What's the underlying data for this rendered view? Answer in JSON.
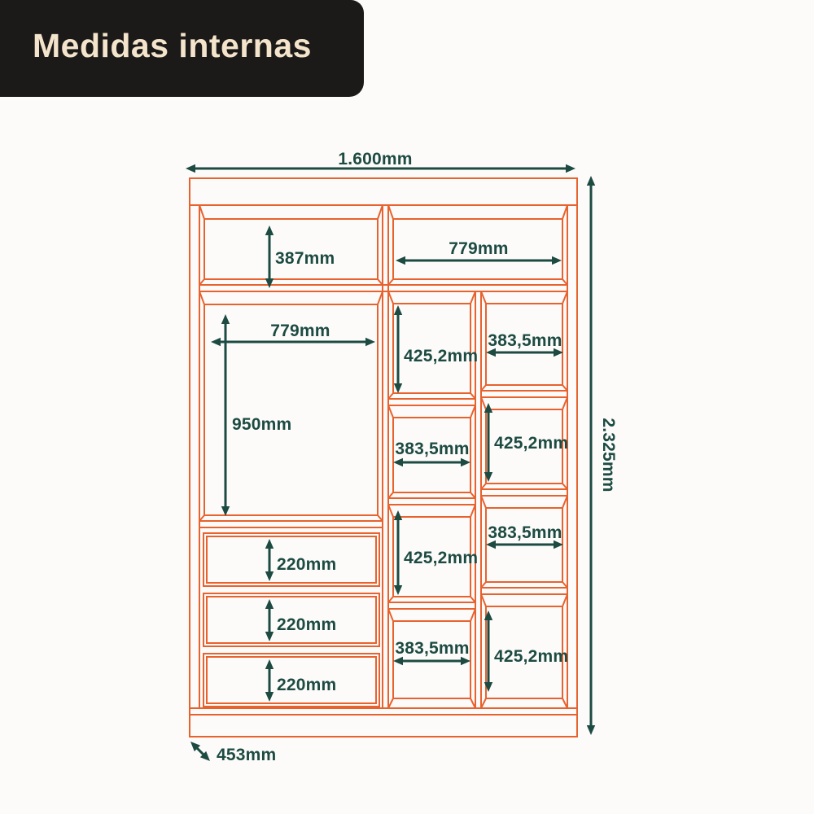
{
  "header": {
    "title": "Medidas internas"
  },
  "diagram": {
    "subject": "wardrobe-internal-measurements",
    "unit": "mm",
    "annotations": [
      {
        "id": "total-width",
        "text": "1.600mm"
      },
      {
        "id": "total-height",
        "text": "2.325mm"
      },
      {
        "id": "total-depth",
        "text": "453mm"
      },
      {
        "id": "top-left-height",
        "text": "387mm"
      },
      {
        "id": "top-right-width",
        "text": "779mm"
      },
      {
        "id": "hang-width",
        "text": "779mm"
      },
      {
        "id": "hang-height",
        "text": "950mm"
      },
      {
        "id": "mid-r1-height",
        "text": "425,2mm"
      },
      {
        "id": "right-r1-width",
        "text": "383,5mm"
      },
      {
        "id": "mid-r2-width",
        "text": "383,5mm"
      },
      {
        "id": "right-r2-height",
        "text": "425,2mm"
      },
      {
        "id": "mid-r3-height",
        "text": "425,2mm"
      },
      {
        "id": "right-r3-width",
        "text": "383,5mm"
      },
      {
        "id": "mid-r4-width",
        "text": "383,5mm"
      },
      {
        "id": "right-r4-height",
        "text": "425,2mm"
      },
      {
        "id": "drawer-1-height",
        "text": "220mm"
      },
      {
        "id": "drawer-2-height",
        "text": "220mm"
      },
      {
        "id": "drawer-3-height",
        "text": "220mm"
      }
    ]
  },
  "colors": {
    "outline": "#E8622E",
    "dimension": "#1D4B42",
    "banner_bg": "#1B1A18",
    "banner_text": "#F4E4CC",
    "background": "#FCFBFA"
  }
}
